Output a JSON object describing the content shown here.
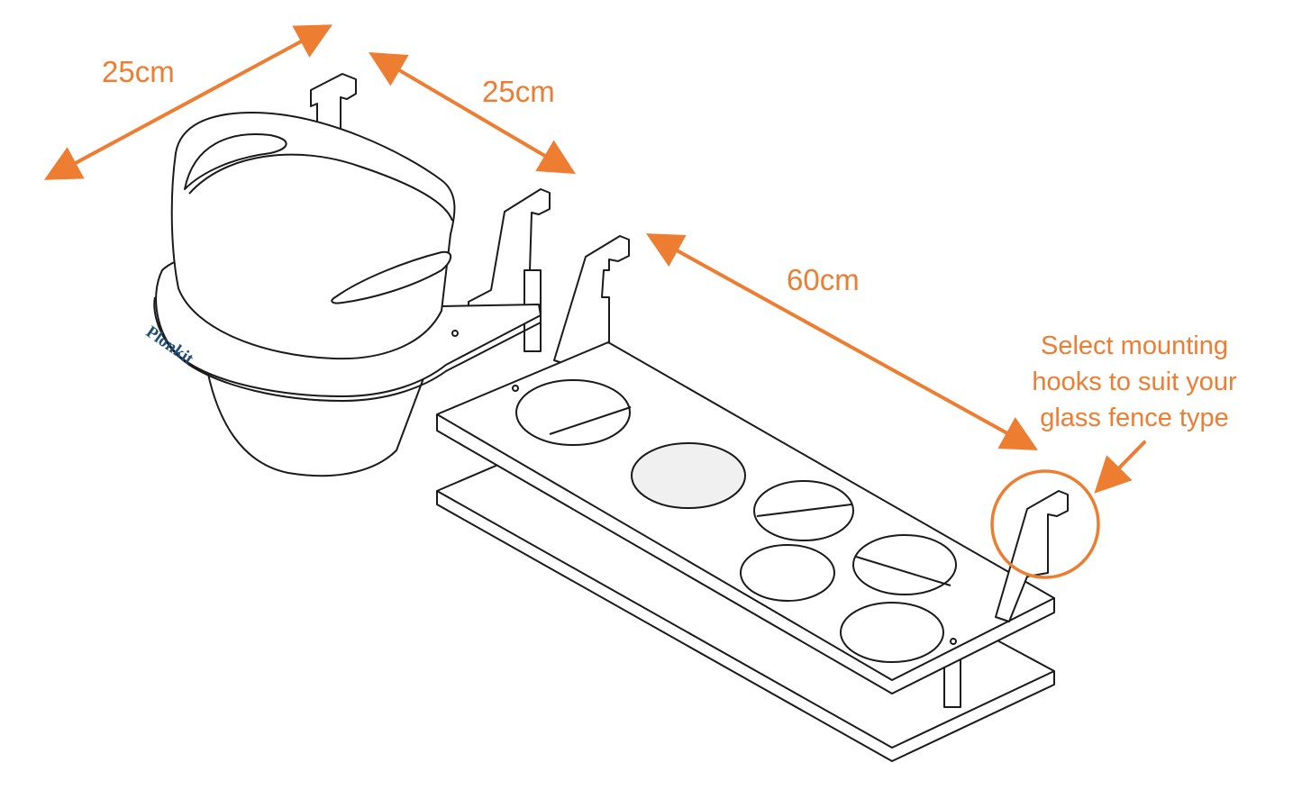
{
  "colors": {
    "annotation": "#ED7D31",
    "line_art": "#1a1a1a",
    "brand": "#1f4e79",
    "background": "#ffffff"
  },
  "dimensions": {
    "bucket_width": "25cm",
    "bucket_depth": "25cm",
    "tray_length": "60cm"
  },
  "callout": {
    "lines": [
      "Select mounting",
      "hooks to suit your",
      "glass fence type"
    ]
  },
  "brand": {
    "logo_text": "Plonkit"
  }
}
